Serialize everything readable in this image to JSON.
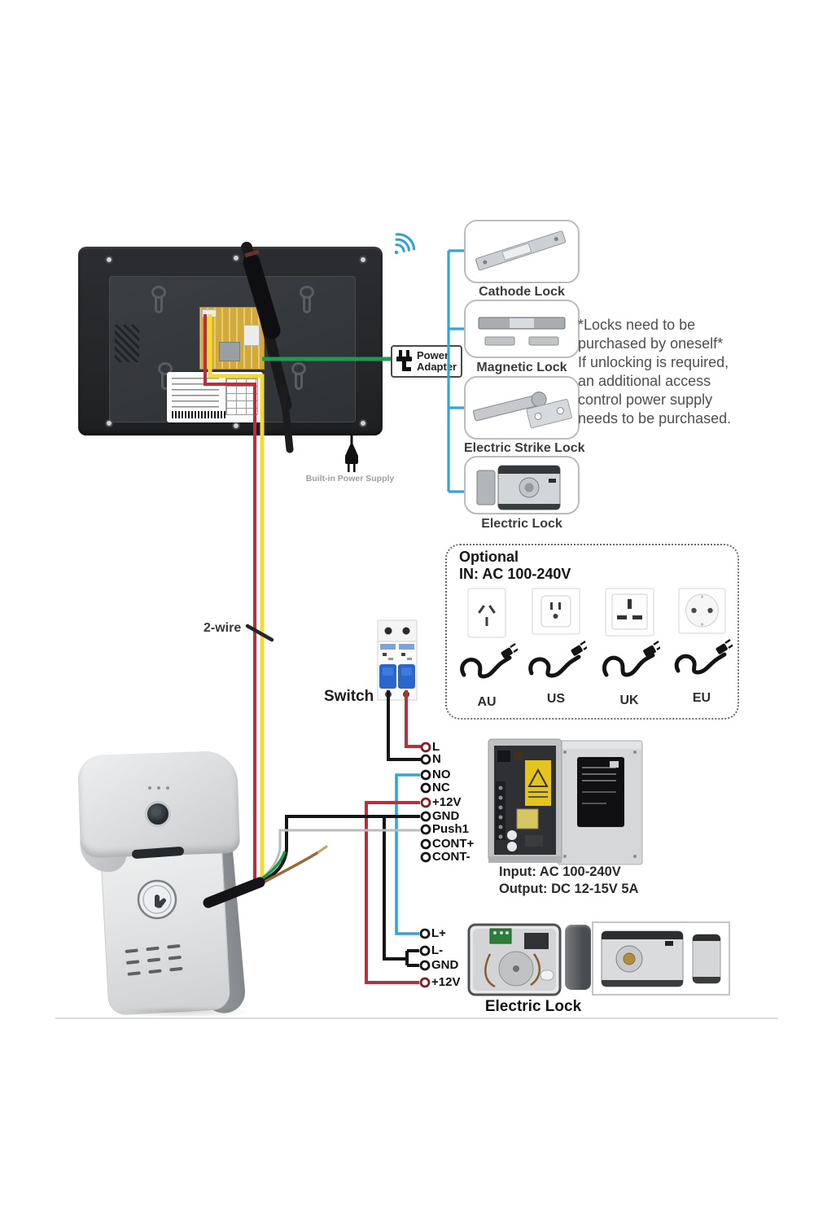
{
  "monitor": {
    "builtin_power_label": "Built-in Power Supply",
    "wifi_icon": "wifi-signal"
  },
  "power_adapter": {
    "icon": "plug-icon",
    "line1": "Power",
    "line2": "Adapter"
  },
  "locks": {
    "items": [
      {
        "label": "Cathode Lock"
      },
      {
        "label": "Magnetic Lock"
      },
      {
        "label": "Electric Strike Lock"
      },
      {
        "label": "Electric Lock"
      }
    ]
  },
  "note": {
    "text": "*Locks need to be\npurchased by oneself*\nIf unlocking is required,\nan additional access\ncontrol power supply\nneeds to be purchased."
  },
  "optional": {
    "title": "Optional",
    "subtitle": "IN: AC 100-240V",
    "plugs": [
      {
        "label": "AU"
      },
      {
        "label": "US"
      },
      {
        "label": "UK"
      },
      {
        "label": "EU"
      }
    ]
  },
  "wiring": {
    "two_wire_label": "2-wire",
    "switch_label": "Switch",
    "terminals_top": [
      "L",
      "N",
      "NO",
      "NC",
      "+12V",
      "GND",
      "Push1",
      "CONT+",
      "CONT-"
    ],
    "terminals_bottom": [
      "L+",
      "L-",
      "GND",
      "+12V"
    ]
  },
  "psu": {
    "input": "Input: AC 100-240V",
    "output": "Output: DC 12-15V 5A"
  },
  "electric_lock_caption": "Electric Lock",
  "colors": {
    "wire_blue": "#35a3d6",
    "wire_green": "#1f9a52",
    "wire_red": "#b5313c",
    "wire_yellow": "#f2d935",
    "wire_gray": "#bcbcbc",
    "wire_black": "#161618"
  }
}
